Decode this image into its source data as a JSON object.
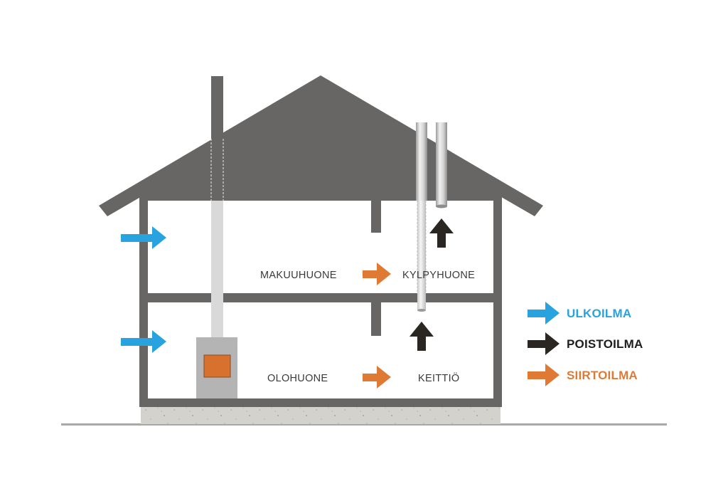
{
  "rooms": {
    "upper_left": "MAKUUHUONE",
    "upper_right": "KYLPYHUONE",
    "lower_left": "OLOHUONE",
    "lower_right": "KEITTIÖ"
  },
  "legend": [
    {
      "label": "ULKOILMA",
      "arrow_color": "#29a3df",
      "text_color": "#29a3df"
    },
    {
      "label": "POISTOILMA",
      "arrow_color": "#2a2622",
      "text_color": "#1e1e1e"
    },
    {
      "label": "SIIRTOILMA",
      "arrow_color": "#df7a34",
      "text_color": "#df7a34"
    }
  ],
  "colors": {
    "house": "#676664",
    "fireplace_body": "#b4b4b4",
    "fireplace_door": "#d8712e",
    "foundation": "#d2d1cb",
    "ground_line": "#a8a8a8"
  }
}
